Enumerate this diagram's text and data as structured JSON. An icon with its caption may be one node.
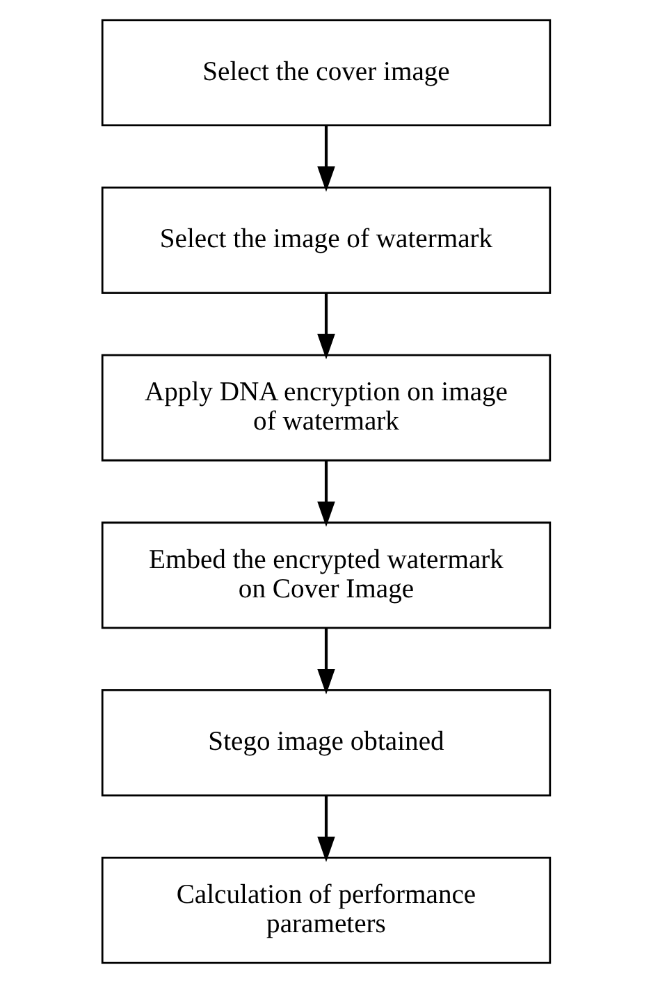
{
  "diagram": {
    "nodes": [
      {
        "text": [
          "Select the cover image"
        ]
      },
      {
        "text": [
          "Select the image of watermark"
        ]
      },
      {
        "text": [
          "Apply DNA encryption on image of watermark"
        ]
      },
      {
        "text": [
          "Embed the encrypted watermark on Cover Image"
        ]
      },
      {
        "text": [
          "Stego image obtained"
        ]
      },
      {
        "text": [
          "Calculation of performance parameters"
        ]
      }
    ],
    "edges": [
      {
        "from": 0,
        "to": 1,
        "arrow": "to"
      },
      {
        "from": 1,
        "to": 2,
        "arrow": "to"
      },
      {
        "from": 2,
        "to": 3,
        "arrow": "to"
      },
      {
        "from": 3,
        "to": 4,
        "arrow": "to"
      },
      {
        "from": 4,
        "to": 5,
        "arrow": "to"
      }
    ]
  }
}
